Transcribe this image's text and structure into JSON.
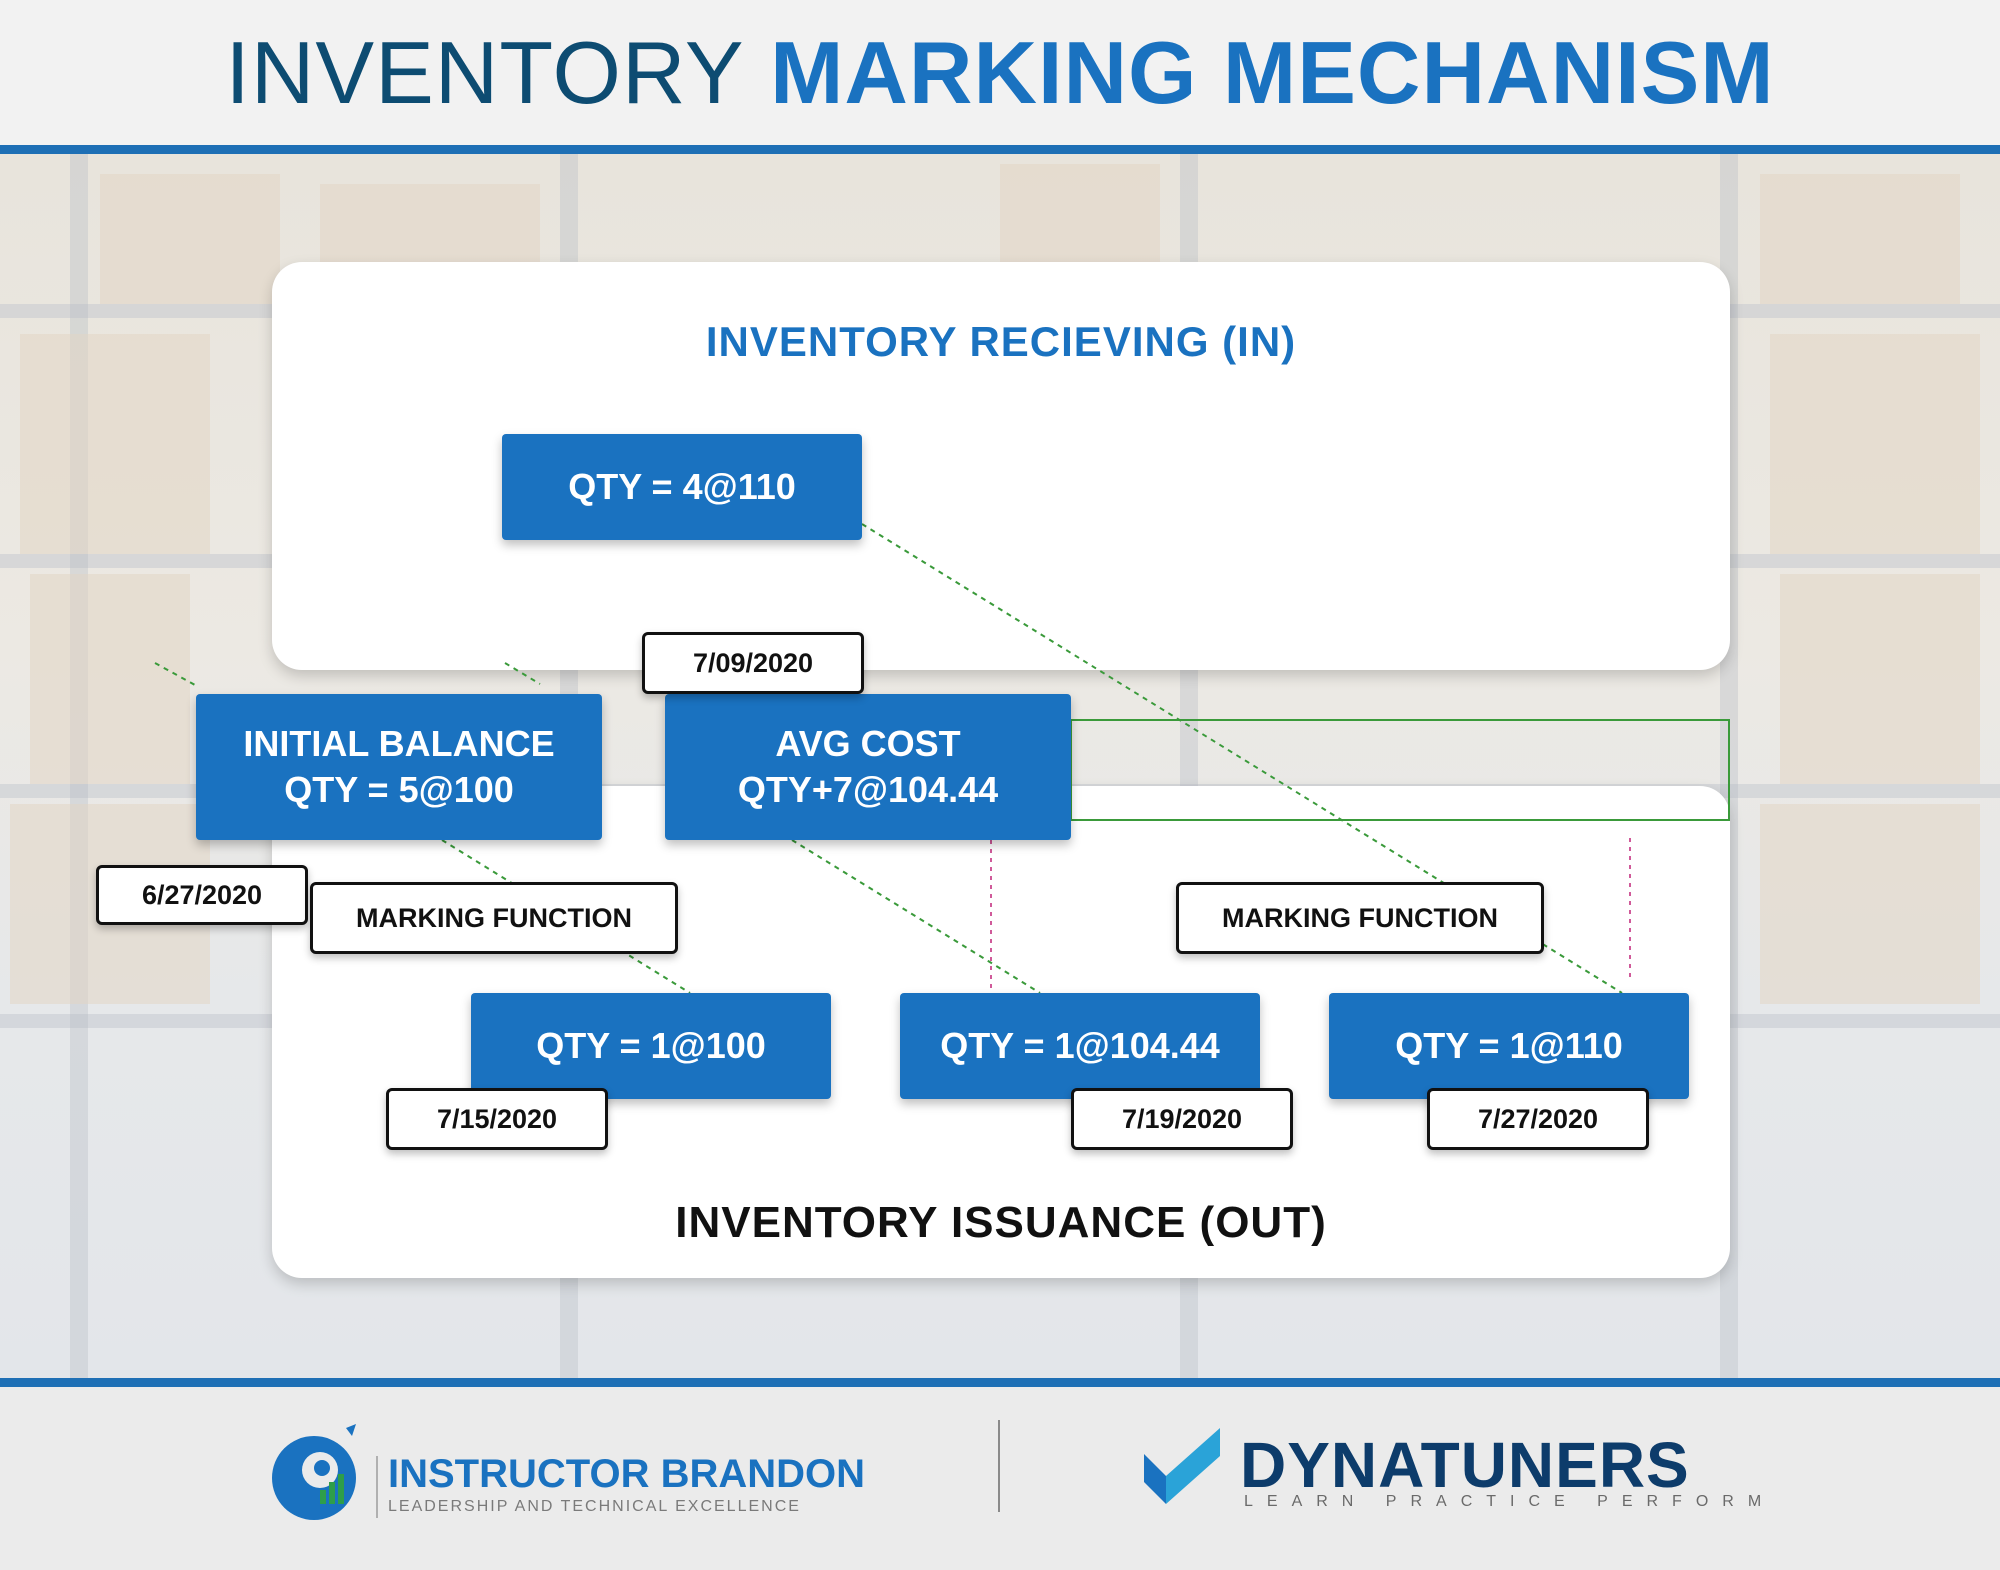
{
  "header": {
    "title_part1": "INVENTORY",
    "title_part2": "MARKING MECHANISM"
  },
  "receiving": {
    "title": "INVENTORY RECIEVING  (IN)",
    "qty_box": "QTY = 4@110"
  },
  "initial_balance": {
    "line1": "INITIAL BALANCE",
    "line2": "QTY = 5@100",
    "date": "6/27/2020"
  },
  "avg_cost": {
    "line1": "AVG COST",
    "line2": "QTY+7@104.44",
    "date": "7/09/2020"
  },
  "marking_functions": [
    "MARKING FUNCTION",
    "MARKING FUNCTION"
  ],
  "issuance": {
    "title": "INVENTORY ISSUANCE  (OUT)",
    "items": [
      {
        "qty": "QTY = 1@100",
        "date": "7/15/2020"
      },
      {
        "qty": "QTY = 1@104.44",
        "date": "7/19/2020"
      },
      {
        "qty": "QTY = 1@110",
        "date": "7/27/2020"
      }
    ]
  },
  "footer": {
    "instructor_name": "INSTRUCTOR BRANDON",
    "instructor_tagline": "LEADERSHIP AND TECHNICAL EXCELLENCE",
    "brand_name": "DYNATUNERS",
    "brand_tagline": "LEARN PRACTICE PERFORM"
  },
  "colors": {
    "accent_blue": "#1a72c0",
    "dark_navy": "#0d4c72",
    "connector_green": "#3a9a3a",
    "connector_pink": "#d05a9a"
  },
  "icons": [
    "instructor-brandon-logo-icon",
    "dynatuners-logo-icon"
  ]
}
